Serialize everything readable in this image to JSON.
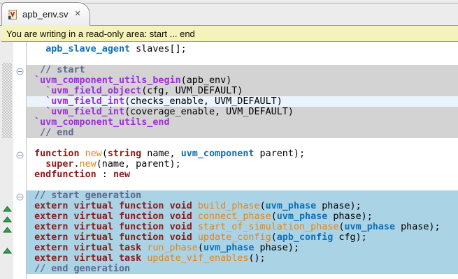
{
  "tab": {
    "label": "apb_env.sv",
    "close_glyph": "✕",
    "file_icon": "systemverilog-file-icon"
  },
  "banner": {
    "text": "You are writing in a read-only area: start ... end"
  },
  "colors": {
    "tabbar_bg": "#ececec",
    "banner_bg": "#f6f3ba",
    "readonly_block_bg": "#d3d3d3",
    "current_line_bg": "#ebf3fc",
    "selection_block_bg": "#abd3e6",
    "keyword": "#8b1a16",
    "type": "#0d6fb8",
    "macro": "#9c2fd9",
    "function_name": "#e8830e",
    "comment": "#5c688c",
    "marker_triangle": "#2fa052"
  },
  "icons": {
    "fold_collapse": "circled-minus",
    "change_marker": "green-up-triangle",
    "tab_close": "x-cross"
  },
  "code": {
    "fold_lines": [
      2,
      10,
      14
    ],
    "marker_lines": [
      15,
      16,
      17,
      19
    ],
    "lines": [
      {
        "bg": "white",
        "segments": [
          {
            "t": "   ",
            "c": "plain"
          },
          {
            "t": "apb_slave_agent",
            "c": "type"
          },
          {
            "t": " slaves[];",
            "c": "plain"
          }
        ]
      },
      {
        "bg": "white",
        "segments": []
      },
      {
        "bg": "grey",
        "segments": [
          {
            "t": "  ",
            "c": "plain"
          },
          {
            "t": "// start",
            "c": "comment"
          }
        ]
      },
      {
        "bg": "grey",
        "segments": [
          {
            "t": " ",
            "c": "plain"
          },
          {
            "t": "`uvm_component_utils_begin",
            "c": "macro"
          },
          {
            "t": "(apb_env)",
            "c": "plain"
          }
        ]
      },
      {
        "bg": "grey",
        "segments": [
          {
            "t": "   ",
            "c": "plain"
          },
          {
            "t": "`uvm_field_object",
            "c": "macro"
          },
          {
            "t": "(cfg, UVM_DEFAULT)",
            "c": "plain"
          }
        ]
      },
      {
        "bg": "current",
        "segments": [
          {
            "t": "   ",
            "c": "plain"
          },
          {
            "t": "`uvm_field_int",
            "c": "macro"
          },
          {
            "t": "(checks_enable, UVM_DEFAULT)",
            "c": "plain"
          }
        ]
      },
      {
        "bg": "grey",
        "segments": [
          {
            "t": "   ",
            "c": "plain"
          },
          {
            "t": "`uvm_field_int",
            "c": "macro"
          },
          {
            "t": "(coverage_enable, UVM_DEFAULT)",
            "c": "plain"
          }
        ]
      },
      {
        "bg": "grey",
        "segments": [
          {
            "t": " ",
            "c": "plain"
          },
          {
            "t": "`uvm_component_utils_end",
            "c": "macro"
          }
        ]
      },
      {
        "bg": "grey",
        "segments": [
          {
            "t": "  ",
            "c": "plain"
          },
          {
            "t": "// end",
            "c": "comment"
          }
        ]
      },
      {
        "bg": "white",
        "segments": []
      },
      {
        "bg": "white",
        "segments": [
          {
            "t": " ",
            "c": "plain"
          },
          {
            "t": "function",
            "c": "kw"
          },
          {
            "t": " ",
            "c": "plain"
          },
          {
            "t": "new",
            "c": "fname"
          },
          {
            "t": "(",
            "c": "plain"
          },
          {
            "t": "string",
            "c": "kw"
          },
          {
            "t": " name, ",
            "c": "plain"
          },
          {
            "t": "uvm_component",
            "c": "type"
          },
          {
            "t": " parent);",
            "c": "plain"
          }
        ]
      },
      {
        "bg": "white",
        "segments": [
          {
            "t": "   ",
            "c": "plain"
          },
          {
            "t": "super",
            "c": "kw"
          },
          {
            "t": ".",
            "c": "plain"
          },
          {
            "t": "new",
            "c": "fname"
          },
          {
            "t": "(name, parent);",
            "c": "plain"
          }
        ]
      },
      {
        "bg": "white",
        "segments": [
          {
            "t": " ",
            "c": "plain"
          },
          {
            "t": "endfunction",
            "c": "kw"
          },
          {
            "t": " : ",
            "c": "plain"
          },
          {
            "t": "new",
            "c": "kw"
          }
        ]
      },
      {
        "bg": "white",
        "segments": []
      },
      {
        "bg": "blue",
        "segments": [
          {
            "t": " ",
            "c": "plain"
          },
          {
            "t": "// start generation",
            "c": "comment"
          }
        ]
      },
      {
        "bg": "blue",
        "segments": [
          {
            "t": " ",
            "c": "plain"
          },
          {
            "t": "extern",
            "c": "kw"
          },
          {
            "t": " ",
            "c": "plain"
          },
          {
            "t": "virtual",
            "c": "kw"
          },
          {
            "t": " ",
            "c": "plain"
          },
          {
            "t": "function",
            "c": "kw"
          },
          {
            "t": " ",
            "c": "plain"
          },
          {
            "t": "void",
            "c": "kw"
          },
          {
            "t": " ",
            "c": "plain"
          },
          {
            "t": "build_phase",
            "c": "fname"
          },
          {
            "t": "(",
            "c": "plain"
          },
          {
            "t": "uvm_phase",
            "c": "type"
          },
          {
            "t": " phase);",
            "c": "plain"
          }
        ]
      },
      {
        "bg": "blue",
        "segments": [
          {
            "t": " ",
            "c": "plain"
          },
          {
            "t": "extern",
            "c": "kw"
          },
          {
            "t": " ",
            "c": "plain"
          },
          {
            "t": "virtual",
            "c": "kw"
          },
          {
            "t": " ",
            "c": "plain"
          },
          {
            "t": "function",
            "c": "kw"
          },
          {
            "t": " ",
            "c": "plain"
          },
          {
            "t": "void",
            "c": "kw"
          },
          {
            "t": " ",
            "c": "plain"
          },
          {
            "t": "connect_phase",
            "c": "fname"
          },
          {
            "t": "(",
            "c": "plain"
          },
          {
            "t": "uvm_phase",
            "c": "type"
          },
          {
            "t": " phase);",
            "c": "plain"
          }
        ]
      },
      {
        "bg": "blue",
        "segments": [
          {
            "t": " ",
            "c": "plain"
          },
          {
            "t": "extern",
            "c": "kw"
          },
          {
            "t": " ",
            "c": "plain"
          },
          {
            "t": "virtual",
            "c": "kw"
          },
          {
            "t": " ",
            "c": "plain"
          },
          {
            "t": "function",
            "c": "kw"
          },
          {
            "t": " ",
            "c": "plain"
          },
          {
            "t": "void",
            "c": "kw"
          },
          {
            "t": " ",
            "c": "plain"
          },
          {
            "t": "start_of_simulation_phase",
            "c": "fname"
          },
          {
            "t": "(",
            "c": "plain"
          },
          {
            "t": "uvm_phase",
            "c": "type"
          },
          {
            "t": " phase);",
            "c": "plain"
          }
        ]
      },
      {
        "bg": "blue",
        "segments": [
          {
            "t": " ",
            "c": "plain"
          },
          {
            "t": "extern",
            "c": "kw"
          },
          {
            "t": " ",
            "c": "plain"
          },
          {
            "t": "virtual",
            "c": "kw"
          },
          {
            "t": " ",
            "c": "plain"
          },
          {
            "t": "function",
            "c": "kw"
          },
          {
            "t": " ",
            "c": "plain"
          },
          {
            "t": "void",
            "c": "kw"
          },
          {
            "t": " ",
            "c": "plain"
          },
          {
            "t": "update_config",
            "c": "fname"
          },
          {
            "t": "(",
            "c": "plain"
          },
          {
            "t": "apb_config",
            "c": "type"
          },
          {
            "t": " cfg);",
            "c": "plain"
          }
        ]
      },
      {
        "bg": "blue",
        "segments": [
          {
            "t": " ",
            "c": "plain"
          },
          {
            "t": "extern",
            "c": "kw"
          },
          {
            "t": " ",
            "c": "plain"
          },
          {
            "t": "virtual",
            "c": "kw"
          },
          {
            "t": " ",
            "c": "plain"
          },
          {
            "t": "task",
            "c": "kw"
          },
          {
            "t": " ",
            "c": "plain"
          },
          {
            "t": "run_phase",
            "c": "fname"
          },
          {
            "t": "(",
            "c": "plain"
          },
          {
            "t": "uvm_phase",
            "c": "type"
          },
          {
            "t": " phase);",
            "c": "plain"
          }
        ]
      },
      {
        "bg": "blue",
        "segments": [
          {
            "t": " ",
            "c": "plain"
          },
          {
            "t": "extern",
            "c": "kw"
          },
          {
            "t": " ",
            "c": "plain"
          },
          {
            "t": "virtual",
            "c": "kw"
          },
          {
            "t": " ",
            "c": "plain"
          },
          {
            "t": "task",
            "c": "kw"
          },
          {
            "t": " ",
            "c": "plain"
          },
          {
            "t": "update_vif_enables",
            "c": "fname"
          },
          {
            "t": "();",
            "c": "plain"
          }
        ]
      },
      {
        "bg": "blue",
        "segments": [
          {
            "t": " ",
            "c": "plain"
          },
          {
            "t": "// end generation",
            "c": "comment"
          }
        ]
      }
    ]
  }
}
